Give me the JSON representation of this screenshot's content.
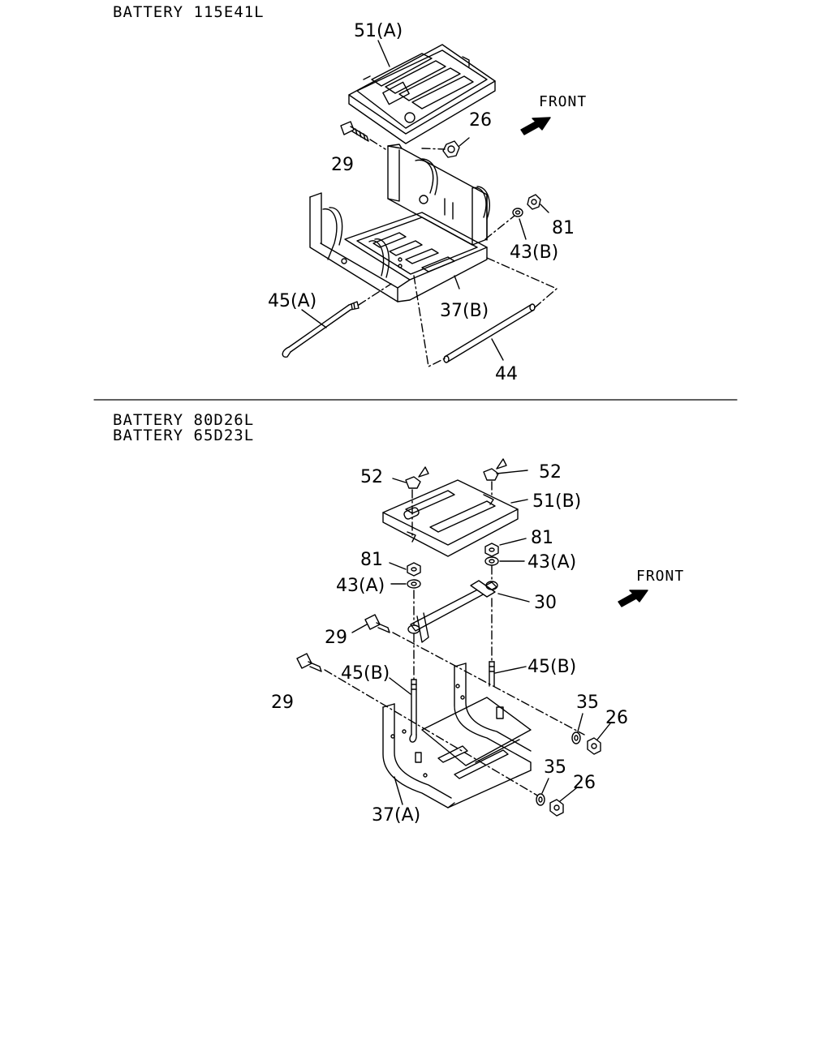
{
  "section_top": {
    "header": "BATTERY 115E41L",
    "front_label": "FRONT",
    "callouts": {
      "c51a": "51(A)",
      "c26": "26",
      "c29": "29",
      "c81": "81",
      "c43b": "43(B)",
      "c45a": "45(A)",
      "c37b": "37(B)",
      "c44": "44"
    }
  },
  "section_bottom": {
    "header_line1": "BATTERY 80D26L",
    "header_line2": "BATTERY 65D23L",
    "front_label": "FRONT",
    "callouts": {
      "c52l": "52",
      "c52r": "52",
      "c51b": "51(B)",
      "c81l": "81",
      "c81r": "81",
      "c43al": "43(A)",
      "c43ar": "43(A)",
      "c30": "30",
      "c29a": "29",
      "c29b": "29",
      "c45bl": "45(B)",
      "c45br": "45(B)",
      "c35a": "35",
      "c26a": "26",
      "c35b": "35",
      "c26b": "26",
      "c37a": "37(A)"
    }
  }
}
